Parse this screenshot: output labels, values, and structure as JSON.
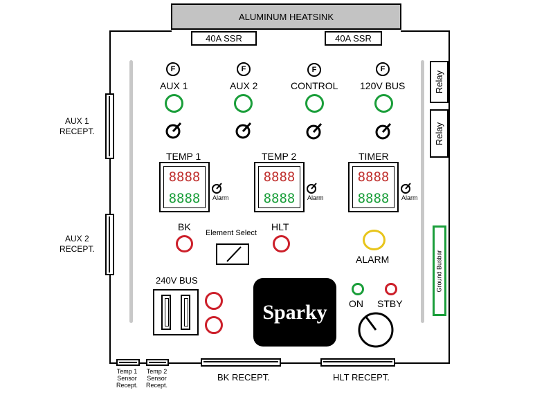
{
  "heatsink": {
    "label": "ALUMINUM HEATSINK"
  },
  "ssr": [
    {
      "label": "40A SSR"
    },
    {
      "label": "40A SSR"
    }
  ],
  "relays": [
    {
      "label": "Relay"
    },
    {
      "label": "Relay"
    }
  ],
  "ground_busbar": {
    "label": "Ground Busbar"
  },
  "fuse_symbol": "F",
  "circuits": [
    {
      "label": "AUX 1",
      "lamp_color": "#1a9e3a"
    },
    {
      "label": "AUX 2",
      "lamp_color": "#1a9e3a"
    },
    {
      "label": "CONTROL",
      "lamp_color": "#1a9e3a"
    },
    {
      "label": "120V BUS",
      "lamp_color": "#1a9e3a"
    }
  ],
  "side_receptacles": [
    {
      "label": "AUX 1\nRECEPT."
    },
    {
      "label": "AUX 2\nRECEPT."
    }
  ],
  "meters": [
    {
      "label": "TEMP 1",
      "top_value": "8888",
      "bottom_value": "8888",
      "alarm_label": "Alarm"
    },
    {
      "label": "TEMP 2",
      "top_value": "8888",
      "bottom_value": "8888",
      "alarm_label": "Alarm"
    },
    {
      "label": "TIMER",
      "top_value": "8888",
      "bottom_value": "8888",
      "alarm_label": "Alarm"
    }
  ],
  "element_controls": {
    "bk_label": "BK",
    "hlt_label": "HLT",
    "element_select_label": "Element Select",
    "alarm_label": "ALARM"
  },
  "bus240": {
    "label": "240V BUS"
  },
  "logo": {
    "text": "Sparky"
  },
  "power": {
    "on_label": "ON",
    "stby_label": "STBY"
  },
  "bottom_receptacles": [
    {
      "label": "Temp 1\nSensor\nRecept."
    },
    {
      "label": "Temp 2\nSensor\nRecept."
    },
    {
      "label": "BK RECEPT."
    },
    {
      "label": "HLT RECEPT."
    }
  ],
  "colors": {
    "green": "#1a9e3a",
    "red": "#cc1f2a",
    "yellow": "#e8c51c",
    "digit_red": "#c0312f",
    "digit_green": "#1a9e3a",
    "rail_gray": "#c8c8c8",
    "heatsink_gray": "#c3c3c3"
  }
}
